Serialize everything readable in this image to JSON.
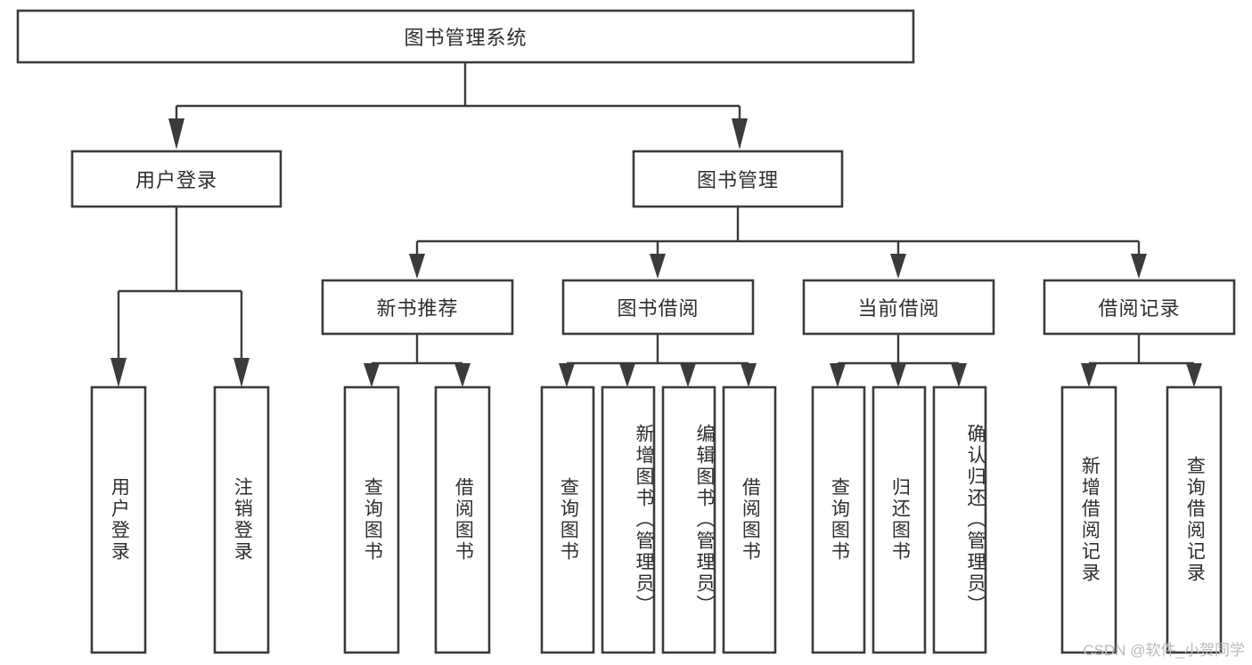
{
  "diagram": {
    "type": "tree",
    "title": "图书管理系统",
    "orientation": "top-down",
    "colors": {
      "box_stroke": "#3b3b3b",
      "box_fill": "#ffffff",
      "text": "#2e2e2e",
      "connector": "#3b3b3b",
      "watermark": "#b9b9b9",
      "background": "#ffffff"
    },
    "root": {
      "label": "图书管理系统"
    },
    "level2": [
      {
        "label": "用户登录"
      },
      {
        "label": "图书管理"
      }
    ],
    "level3": [
      {
        "label": "新书推荐"
      },
      {
        "label": "图书借阅"
      },
      {
        "label": "当前借阅"
      },
      {
        "label": "借阅记录"
      }
    ],
    "leaves": {
      "user_login": [
        {
          "label": "用户登录"
        },
        {
          "label": "注销登录"
        }
      ],
      "new_book": [
        {
          "label": "查询图书"
        },
        {
          "label": "借阅图书"
        }
      ],
      "book_borrow": [
        {
          "label": "查询图书"
        },
        {
          "label": "新增图书（管理员）"
        },
        {
          "label": "编辑图书（管理员）"
        },
        {
          "label": "借阅图书"
        }
      ],
      "current_borrow": [
        {
          "label": "查询图书"
        },
        {
          "label": "归还图书"
        },
        {
          "label": "确认归还（管理员）"
        }
      ],
      "borrow_record": [
        {
          "label": "新增借阅记录"
        },
        {
          "label": "查询借阅记录"
        }
      ]
    },
    "watermark": "CSDN @软件_小贺同学"
  }
}
